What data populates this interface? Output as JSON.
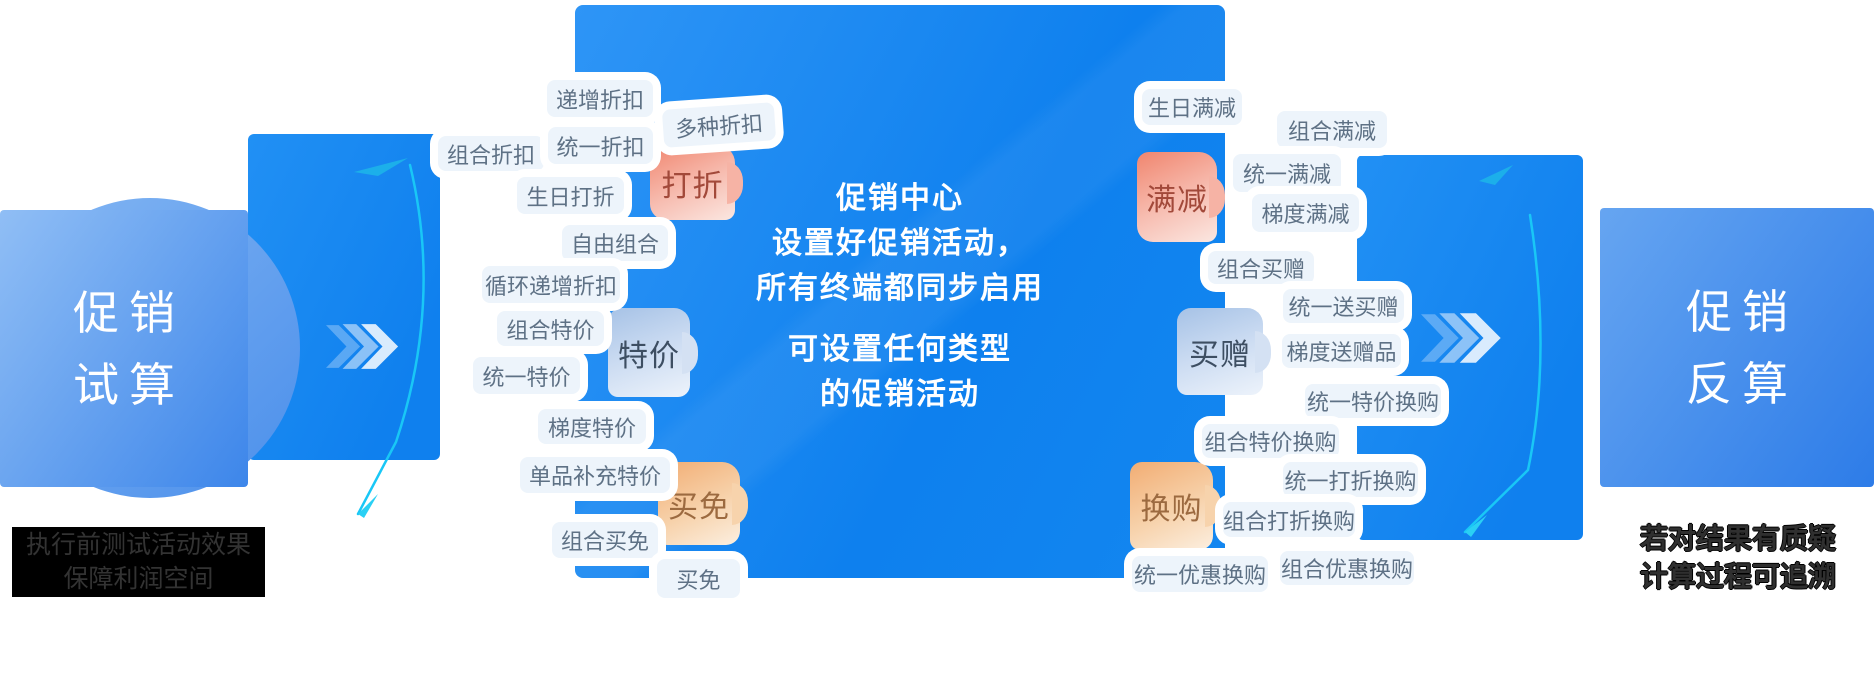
{
  "left_panel": {
    "title": [
      "促销",
      "试算"
    ],
    "caption": [
      "执行前测试活动效果",
      "保障利润空间"
    ]
  },
  "right_panel": {
    "title": [
      "促销",
      "反算"
    ],
    "caption": [
      "若对结果有质疑",
      "计算过程可追溯"
    ]
  },
  "center": {
    "lines_top": [
      "促销中心",
      "设置好促销活动，",
      "所有终端都同步启用"
    ],
    "lines_bottom": [
      "可设置任何类型",
      "的促销活动"
    ]
  },
  "nodes": [
    {
      "label": "打折",
      "type": "red"
    },
    {
      "label": "特价",
      "type": "blue"
    },
    {
      "label": "买免",
      "type": "orange"
    },
    {
      "label": "满减",
      "type": "red"
    },
    {
      "label": "买赠",
      "type": "blue"
    },
    {
      "label": "换购",
      "type": "orange"
    }
  ],
  "tags": [
    "递增折扣",
    "多种折扣",
    "组合折扣",
    "统一折扣",
    "生日打折",
    "自由组合",
    "循环递增折扣",
    "组合特价",
    "统一特价",
    "梯度特价",
    "单品补充特价",
    "组合买免",
    "买免",
    "生日满减",
    "组合满减",
    "统一满减",
    "梯度满减",
    "组合买赠",
    "统一送买赠",
    "梯度送赠品",
    "统一特价换购",
    "组合特价换购",
    "统一打折换购",
    "组合打折换购",
    "统一优惠换购",
    "组合优惠换购"
  ],
  "colors": {
    "primary_blue": "#1386f0",
    "panel_gradient_start": "#90bef5",
    "panel_gradient_end": "#3d86ea",
    "tag_bg": "#edf4fb",
    "tag_text": "#5e7185",
    "node_red_text": "#a2493a",
    "node_blue_text": "#3d4e62",
    "node_orange_text": "#9c6a40",
    "accent_cyan": "#19c7f6",
    "caption_bg": "#000000",
    "caption_text": "#333333"
  }
}
